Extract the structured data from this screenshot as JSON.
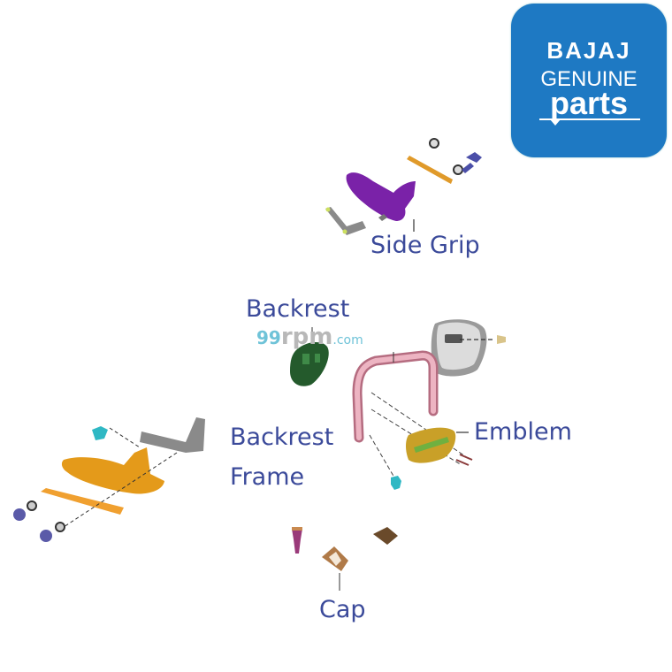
{
  "logo": {
    "line1": "BAJAJ",
    "line2": "GENUINE",
    "line3": "parts",
    "background": "#1e79c3"
  },
  "watermark": {
    "digits": "99",
    "brand": "rpm",
    "suffix": ".com"
  },
  "labels": {
    "side_grip": "Side Grip",
    "backrest": "Backrest",
    "backrest_frame_line1": "Backrest",
    "backrest_frame_line2": "Frame",
    "emblem": "Emblem",
    "cap": "Cap"
  },
  "colors": {
    "label_text": "#3b4a9a",
    "side_grip": "#7a22a8",
    "backrest_pad": "#245a2c",
    "frame": "#d99aa8",
    "emblem": "#c9a028",
    "left_grip": "#e49a1a",
    "bracket": "#8a8a8a",
    "clip": "#2fb8c4",
    "cap": "#9a6a3a"
  }
}
